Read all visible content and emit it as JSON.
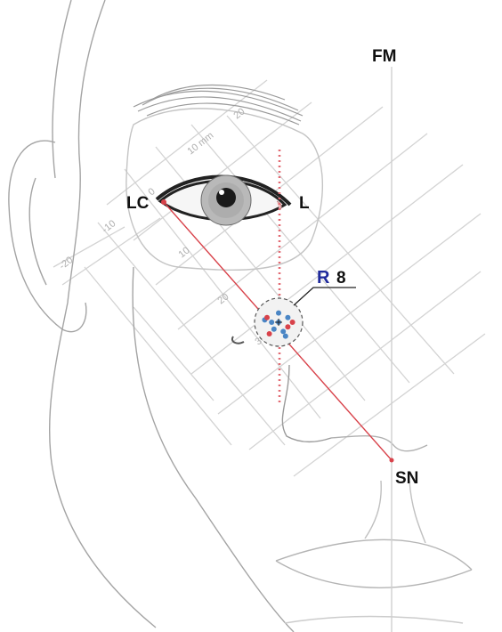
{
  "labels": {
    "fm": "FM",
    "lc": "LC",
    "l": "L",
    "sn": "SN",
    "r_letter": "R",
    "r_value": "8"
  },
  "scale_ticks": {
    "ten_mm": "10 mm",
    "twenty_top": "20",
    "zero": "0",
    "neg_ten": "-10",
    "neg_twenty": "-20",
    "ten_mid": "10",
    "twenty_mid": "20",
    "thirty_mid": "30"
  },
  "colors": {
    "line": "#d8424a",
    "point": "#4a86c5",
    "r_label": "#1f2a9c",
    "grid": "#c9c9c9",
    "sketch": "#9a9a9a"
  },
  "points": [
    {
      "x": -6,
      "y": 1
    },
    {
      "x": -5,
      "y": 2
    },
    {
      "x": 0,
      "y": 4
    },
    {
      "x": 4,
      "y": 2
    },
    {
      "x": 6,
      "y": 0
    },
    {
      "x": -3,
      "y": 0
    },
    {
      "x": 0,
      "y": 0
    },
    {
      "x": 4,
      "y": -2
    },
    {
      "x": -2,
      "y": -3
    },
    {
      "x": 2,
      "y": -4
    },
    {
      "x": -4,
      "y": -5
    },
    {
      "x": 3,
      "y": -6
    }
  ]
}
